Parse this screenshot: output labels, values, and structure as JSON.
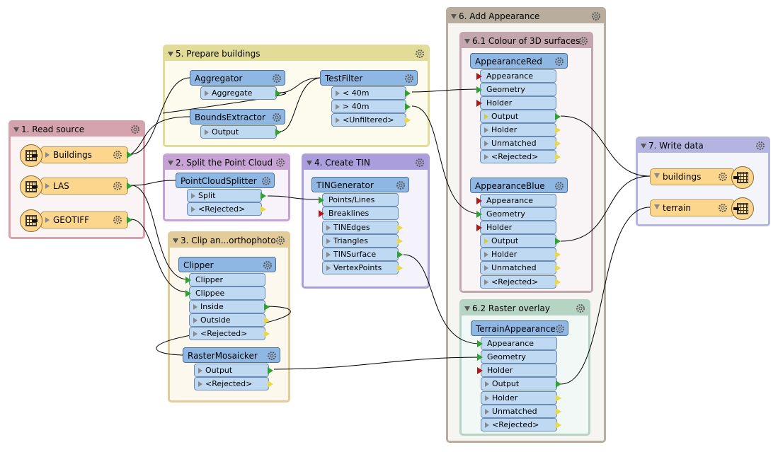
{
  "bookmarks": {
    "read_source": "1. Read source",
    "split_point_cloud": "2. Split the Point Cloud",
    "clip_orthophoto": "3. Clip an...orthophoto",
    "create_tin": "4. Create TIN",
    "prepare_buildings": "5. Prepare buildings",
    "add_appearance": "6. Add Appearance",
    "colour_3d": "6.1 Colour of 3D surfaces",
    "raster_overlay": "6.2 Raster overlay",
    "write_data": "7. Write data"
  },
  "readers": [
    "Buildings",
    "LAS",
    "GEOTIFF"
  ],
  "writers": [
    "buildings",
    "terrain"
  ],
  "transformers": {
    "aggregator": {
      "name": "Aggregator",
      "ports": [
        "Aggregate"
      ]
    },
    "bounds_extractor": {
      "name": "BoundsExtractor",
      "ports": [
        "Output"
      ]
    },
    "test_filter": {
      "name": "TestFilter",
      "ports": [
        "< 40m",
        "> 40m",
        "<Unfiltered>"
      ]
    },
    "point_cloud_splitter": {
      "name": "PointCloudSplitter",
      "ports": [
        "Split",
        "<Rejected>"
      ]
    },
    "clipper": {
      "name": "Clipper",
      "inputs": [
        "Clipper",
        "Clippee"
      ],
      "outputs": [
        "Inside",
        "Outside",
        "<Rejected>"
      ]
    },
    "raster_mosaicker": {
      "name": "RasterMosaicker",
      "ports": [
        "Output",
        "<Rejected>"
      ]
    },
    "tin_generator": {
      "name": "TINGenerator",
      "inputs": [
        "Points/Lines",
        "Breaklines"
      ],
      "outputs": [
        "TINEdges",
        "Triangles",
        "TINSurface",
        "VertexPoints"
      ]
    },
    "appearance_red": {
      "name": "AppearanceRed",
      "inputs": [
        "Appearance",
        "Geometry",
        "Holder"
      ],
      "outputs": [
        "Output",
        "Holder",
        "Unmatched",
        "<Rejected>"
      ]
    },
    "appearance_blue": {
      "name": "AppearanceBlue",
      "inputs": [
        "Appearance",
        "Geometry",
        "Holder"
      ],
      "outputs": [
        "Output",
        "Holder",
        "Unmatched",
        "<Rejected>"
      ]
    },
    "terrain_appearance": {
      "name": "TerrainAppearance",
      "inputs": [
        "Appearance",
        "Geometry",
        "Holder"
      ],
      "outputs": [
        "Output",
        "Holder",
        "Unmatched",
        "<Rejected>"
      ]
    }
  },
  "colors": {
    "read_source": "#d4a3ad",
    "split_point_cloud": "#c6a3d4",
    "clip_orthophoto": "#e3cc9a",
    "create_tin": "#aa9edc",
    "prepare_buildings": "#e3dc98",
    "add_appearance": "#b9ae9e",
    "colour_3d": "#c4a6ae",
    "raster_overlay": "#b6d4c4",
    "write_data": "#b3b4e0",
    "transformer": "#8fb7e3",
    "port": "#c0d9f2",
    "feature_type": "#fdd68e",
    "wire": "#000000"
  }
}
